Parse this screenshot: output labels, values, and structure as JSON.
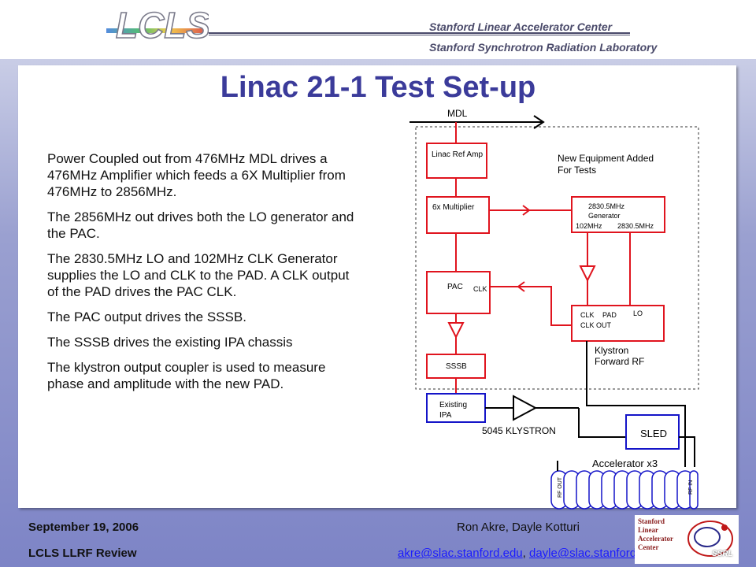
{
  "header": {
    "logo_text": "LCLS",
    "lab1": "Stanford Linear Accelerator Center",
    "lab2": "Stanford Synchrotron Radiation Laboratory"
  },
  "title": "Linac 21-1 Test Set-up",
  "paragraphs": [
    "Power Coupled out from 476MHz MDL drives a 476MHz Amplifier which feeds a 6X Multiplier from 476MHz to 2856MHz.",
    "The 2856MHz out drives both the LO generator and the PAC.",
    "The 2830.5MHz LO and 102MHz CLK Generator supplies the LO and CLK to the PAD.  A CLK output of the PAD drives the PAC CLK.",
    "The PAC output drives the SSSB.",
    "The SSSB drives the existing IPA chassis",
    "The klystron output coupler is used to measure phase and amplitude with the new PAD."
  ],
  "diagram": {
    "mdl": "MDL",
    "new_equipment": [
      "New Equipment Added",
      "For Tests"
    ],
    "linac_ref_amp": "Linac Ref Amp",
    "multiplier": "6x Multiplier",
    "generator": [
      "2830.5MHz",
      "Generator"
    ],
    "gen_102": "102MHz",
    "gen_2830": "2830.5MHz",
    "pac": "PAC",
    "pac_clk": "CLK",
    "pad_clk": "CLK",
    "pad": "PAD",
    "pad_lo": "LO",
    "pad_clkout": "CLK OUT",
    "klystron_fwd": [
      "Klystron",
      "Forward RF"
    ],
    "sssb": "SSSB",
    "ipa": [
      "Existing",
      "IPA"
    ],
    "klystron": "5045 KLYSTRON",
    "sled": "SLED",
    "accelerator": "Accelerator x3",
    "rf_out": "RF OUT",
    "rf_in": "RF IN"
  },
  "footer": {
    "date": "September 19, 2006",
    "review": "LCLS LLRF Review",
    "authors": "Ron Akre, Dayle Kotturi",
    "email1": "akre@slac.stanford.edu",
    "sep": ", ",
    "email2": "dayle@slac.stanford.edu"
  },
  "footer_logo": {
    "lines": [
      "Stanford",
      "Linear",
      "Accelerator",
      "Center"
    ],
    "ssrl": "SSRL"
  },
  "colors": {
    "title": "#3b3b9a",
    "red": "#e0141e",
    "blue": "#1414c8"
  }
}
